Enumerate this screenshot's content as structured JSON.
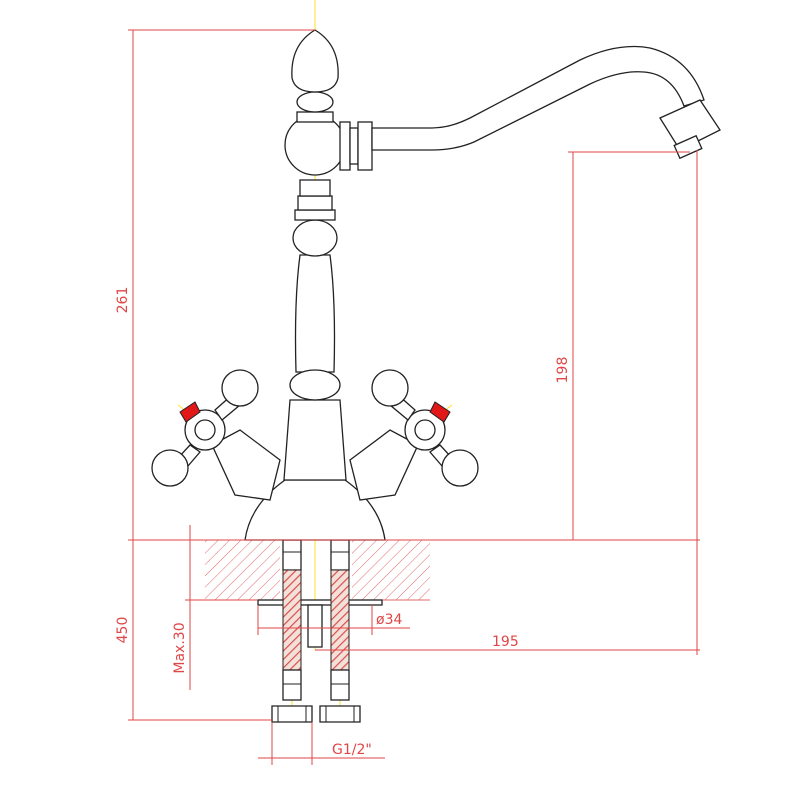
{
  "drawing": {
    "product": "two-handle basin mixer, swivel spout",
    "colors": {
      "outline": "#222222",
      "dimension": "#e04646",
      "centerline": "#ffe227",
      "hatch": "#e06a6a",
      "hose": "#d94d4d",
      "hot_mark": "#e21818"
    },
    "dimensions": {
      "overall_height": "261",
      "spout_height": "198",
      "hose_length": "450",
      "max_counter_thickness": "Max.30",
      "hole_diameter": "ø34",
      "spout_reach": "195",
      "connection_thread": "G1/2\""
    }
  }
}
